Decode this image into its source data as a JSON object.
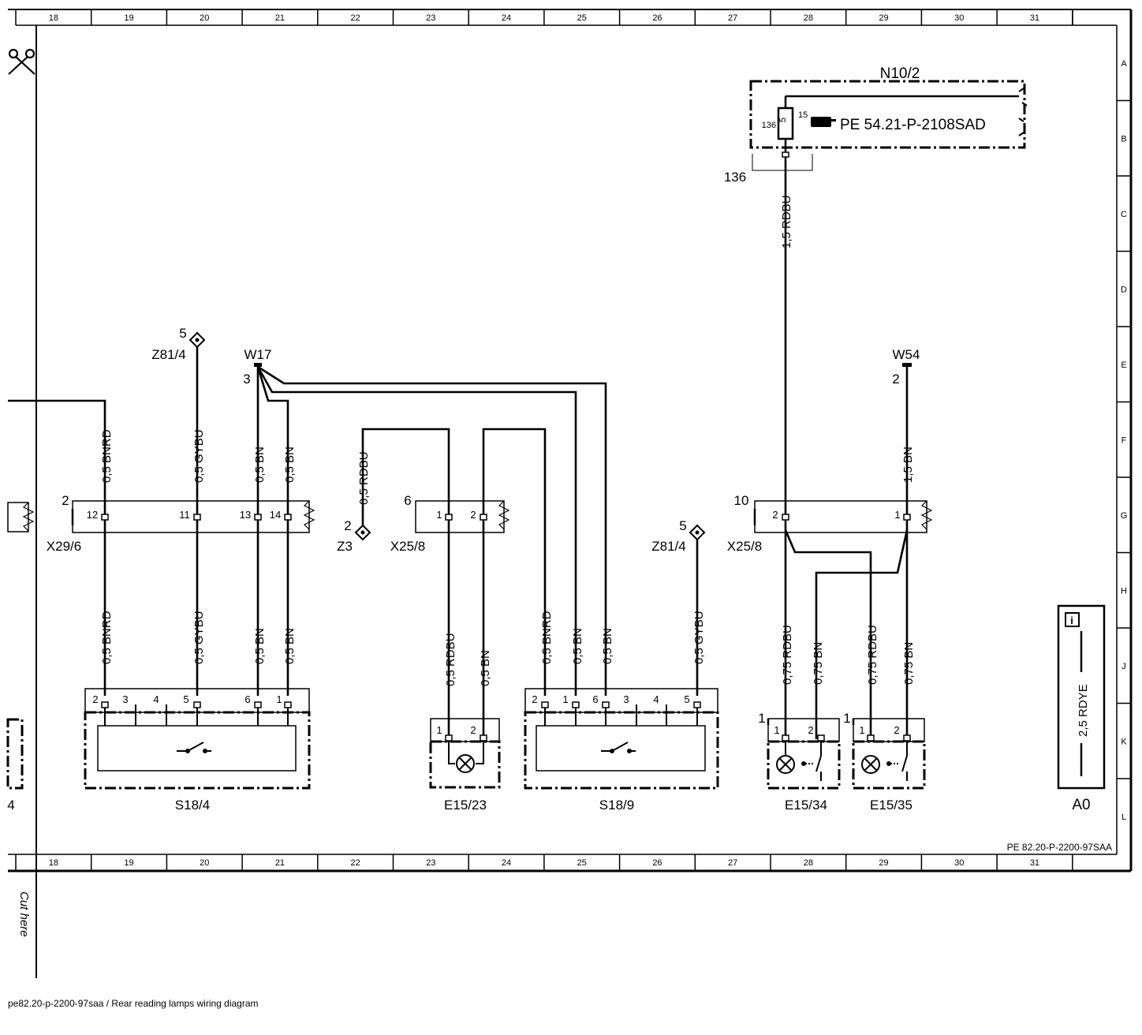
{
  "columns": [
    "18",
    "19",
    "20",
    "21",
    "22",
    "23",
    "24",
    "25",
    "26",
    "27",
    "28",
    "29",
    "30",
    "31"
  ],
  "rows": [
    "A",
    "B",
    "C",
    "D",
    "E",
    "F",
    "G",
    "H",
    "J",
    "K",
    "L"
  ],
  "cut_label": "Cut here",
  "page_ref": "PE 82.20-P-2200-97SAA",
  "caption": "pe82.20-p-2200-97saa / Rear reading lamps wiring diagram",
  "module": {
    "name": "N10/2",
    "ref": "PE 54.21-P-2108SAD",
    "fuse_num": "5",
    "pin_left": "136",
    "pin_right": "15",
    "out_pin": "136"
  },
  "wires": {
    "rdbu_15": "1,5 RDBU",
    "bnrd": "0,5 BNRD",
    "gybu": "0,5 GYBU",
    "bn": "0,5 BN",
    "rdbu_05": "0,5 RDBU",
    "bn_15": "1,5 BN",
    "rdbu_075": "0,75 RDBU",
    "bn_075": "0,75 BN",
    "rdye_25": "2,5 RDYE"
  },
  "grounds": {
    "z81_4_left": {
      "label": "Z81/4",
      "pin": "5"
    },
    "z3": {
      "label": "Z3",
      "pin": "2"
    },
    "z81_4_right": {
      "label": "Z81/4",
      "pin": "5"
    }
  },
  "splices": {
    "w17": {
      "label": "W17",
      "pin": "3"
    },
    "w54": {
      "label": "W54",
      "pin": "2"
    }
  },
  "connectors": {
    "x29_6": {
      "label": "X29/6",
      "num": "2",
      "pins": [
        "12",
        "11",
        "13",
        "14"
      ]
    },
    "x25_8_mid": {
      "label": "X25/8",
      "num": "6",
      "pins": [
        "1",
        "2"
      ]
    },
    "x25_8_right": {
      "label": "X25/8",
      "num": "10",
      "pins": [
        "2",
        "1"
      ]
    }
  },
  "components": {
    "s18_4": {
      "label": "S18/4",
      "pins": [
        "2",
        "3",
        "4",
        "5",
        "6",
        "1"
      ]
    },
    "e15_23": {
      "label": "E15/23",
      "pins": [
        "1",
        "2"
      ]
    },
    "s18_9": {
      "label": "S18/9",
      "pins": [
        "2",
        "1",
        "6",
        "3",
        "4",
        "5"
      ]
    },
    "e15_34": {
      "label": "E15/34",
      "pins": [
        "1",
        "2"
      ],
      "num": "1"
    },
    "e15_35": {
      "label": "E15/35",
      "pins": [
        "1",
        "2"
      ],
      "num": "1"
    }
  },
  "info_box": {
    "label": "A0",
    "icon": "info-icon"
  },
  "side_fragments": {
    "bottom_left": "4"
  }
}
